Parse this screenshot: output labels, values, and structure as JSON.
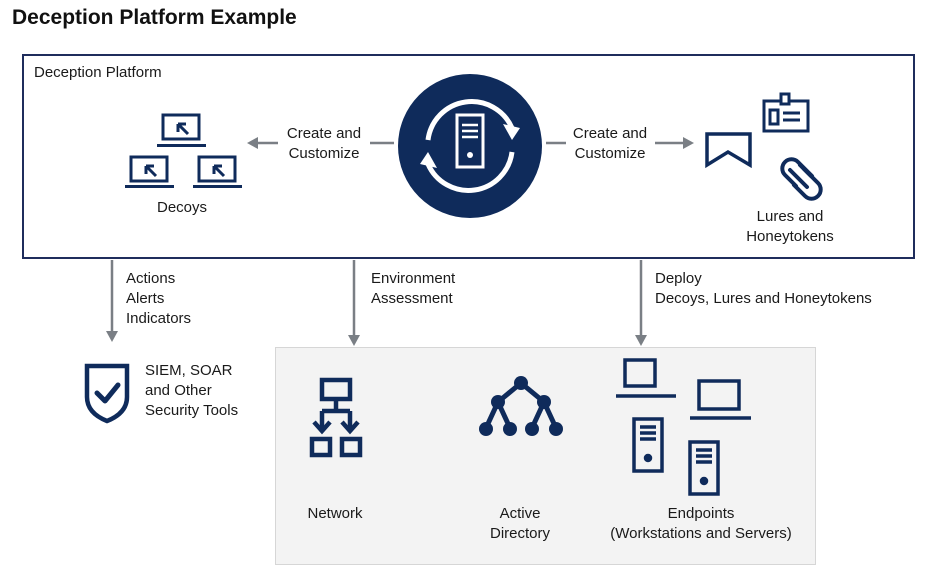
{
  "title": "Deception Platform Example",
  "platform": {
    "label": "Deception Platform",
    "decoys_label": "Decoys",
    "left_arrow_label": "Create and\nCustomize",
    "right_arrow_label": "Create and\nCustomize",
    "lures_label": "Lures and\nHoneytokens",
    "icons": {
      "center": "server-sync-icon",
      "decoys": "laptop-cursor-icon",
      "lures": [
        "id-badge-icon",
        "bookmark-icon",
        "link-icon"
      ]
    }
  },
  "flows": {
    "actions": "Actions\nAlerts\nIndicators",
    "environment": "Environment\nAssessment",
    "deploy": "Deploy\nDecoys, Lures and Honeytokens"
  },
  "security_tools": {
    "label": "SIEM, SOAR\nand Other\nSecurity Tools",
    "icon": "shield-check-icon"
  },
  "environment": {
    "items": [
      {
        "label": "Network",
        "icon": "network-hierarchy-icon"
      },
      {
        "label": "Active\nDirectory",
        "icon": "tree-nodes-icon"
      },
      {
        "label": "Endpoints\n(Workstations and Servers)",
        "icon": "laptop-server-icon"
      }
    ]
  },
  "colors": {
    "navy": "#0f2b5b",
    "arrow_gray": "#7a7f85",
    "box_border": "#1f2d5c",
    "env_bg": "#f3f3f3"
  }
}
